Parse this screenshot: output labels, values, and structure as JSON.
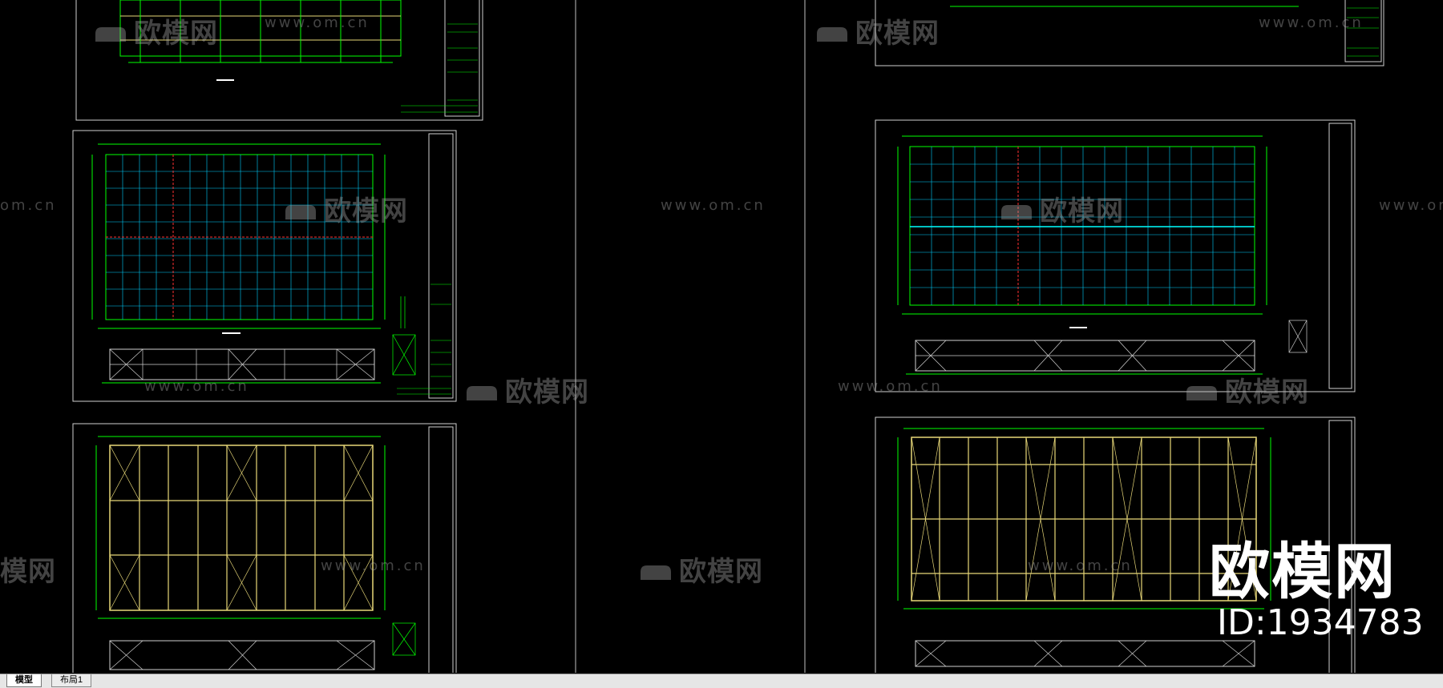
{
  "watermark": {
    "brand_cn": "欧模网",
    "url": "www.om.cn",
    "partial_cn": "模网",
    "partial_url": "om.cn"
  },
  "brand": {
    "name": "欧模网",
    "id": "ID:1934783"
  },
  "tabs": [
    {
      "label": "模型",
      "active": true
    },
    {
      "label": "布局1",
      "active": false
    }
  ],
  "colors": {
    "background": "#000000",
    "sheet_border": "#d0d0d0",
    "gridline": "#00ff00",
    "roof_grid": "#00d0ff",
    "frame": "#e8d878",
    "accent_red": "#ff3030"
  }
}
